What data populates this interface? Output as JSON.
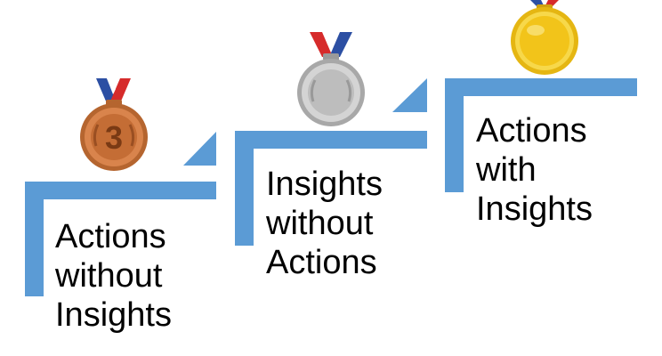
{
  "steps": [
    {
      "id": "step-1",
      "medal": "bronze-medal-icon",
      "medal_number": "3",
      "lines": [
        "Actions",
        "without",
        "Insights"
      ]
    },
    {
      "id": "step-2",
      "medal": "silver-medal-icon",
      "lines": [
        "Insights",
        "without",
        "Actions"
      ]
    },
    {
      "id": "step-3",
      "medal": "gold-medal-icon",
      "lines": [
        "Actions",
        "with",
        "Insights"
      ]
    }
  ],
  "colors": {
    "step": "#5b9bd5",
    "bronze": "#c46d35",
    "silver": "#b9b9b9",
    "gold": "#f2c41a",
    "ribbon_red": "#d62b2b",
    "ribbon_blue": "#2c4fa3"
  }
}
